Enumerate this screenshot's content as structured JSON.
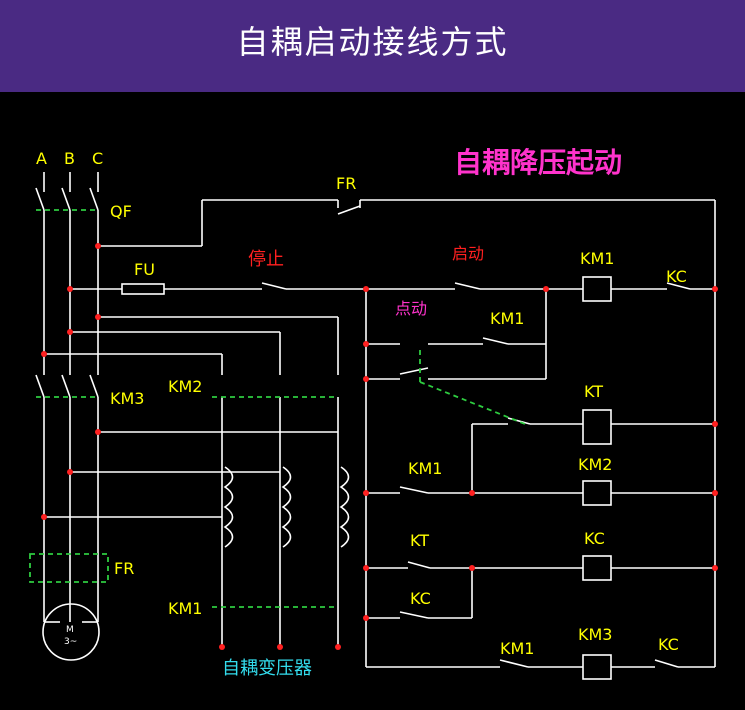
{
  "title": "自耦启动接线方式",
  "diagram": {
    "heading": "自耦降压起动",
    "labels": {
      "phase_a": "A",
      "phase_b": "B",
      "phase_c": "C",
      "qf": "QF",
      "km3": "KM3",
      "km2": "KM2",
      "km1": "KM1",
      "fr": "FR",
      "fr_ctrl": "FR",
      "fu": "FU",
      "stop": "停止",
      "start": "启动",
      "jog": "点动",
      "km1_coil": "KM1",
      "kc_contact_1": "KC",
      "km1_aux": "KM1",
      "kt_coil": "KT",
      "km1_aux2": "KM1",
      "km2_coil": "KM2",
      "kt_contact": "KT",
      "kc_coil": "KC",
      "kc_contact_2": "KC",
      "km1_nc": "KM1",
      "km3_coil": "KM3",
      "kc_contact_3": "KC",
      "motor_line1": "M",
      "motor_line2": "3~",
      "transformer": "自耦变压器"
    },
    "colors": {
      "wire": "#ffffff",
      "label": "#ffff00",
      "stop_start": "#ff2020",
      "heading": "#ff33cc",
      "dash": "#2ecc40",
      "transformer_label": "#33ddee",
      "node": "#ff2020"
    }
  }
}
